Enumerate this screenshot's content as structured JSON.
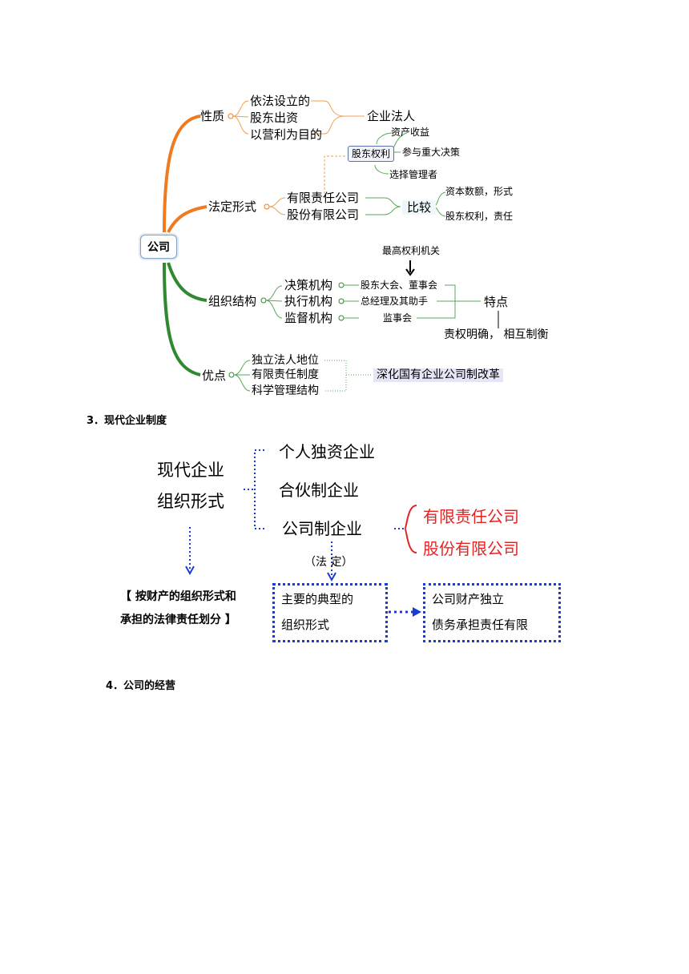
{
  "mindmap": {
    "root": "公司",
    "nature": {
      "label": "性质",
      "items": [
        "依法设立的",
        "股东出资",
        "以营利为目的"
      ],
      "result": "企业法人"
    },
    "legal_form": {
      "label": "法定形式",
      "forms": [
        "有限责任公司",
        "股份有限公司"
      ],
      "shareholder_rights": {
        "label": "股东权利",
        "items": [
          "资产收益",
          "参与重大决策",
          "选择管理者"
        ]
      },
      "compare": {
        "label": "比较",
        "items": [
          "资本数额，形式",
          "股东权利，责任"
        ]
      }
    },
    "structure": {
      "label": "组织结构",
      "top_note": "最高权利机关",
      "bodies": [
        "决策机构",
        "执行机构",
        "监督机构"
      ],
      "members": [
        "股东大会、董事会",
        "总经理及其助手",
        "监事会"
      ],
      "feature_label": "特点",
      "feature_text": "责权明确，  相互制衡"
    },
    "advantages": {
      "label": "优点",
      "items": [
        "独立法人地位",
        "有限责任制度",
        "科学管理结构"
      ],
      "result": "深化国有企业公司制改革"
    }
  },
  "section3": {
    "heading": "3．现代企业制度",
    "left_title_line1": "现代企业",
    "left_title_line2": "组织形式",
    "types": [
      "个人独资企业",
      "合伙制企业",
      "公司制企业"
    ],
    "company_types": [
      "有限责任公司",
      "股份有限公司"
    ],
    "classify_line1": "【 按财产的组织形式和",
    "classify_line2": "承担的法律责任划分 】",
    "legal_note": "（法   定）",
    "typical_line1": "主要的典型的",
    "typical_line2": "组织形式",
    "feature_line1": "公司财产独立",
    "feature_line2": "债务承担责任有限"
  },
  "section4": {
    "heading": "4．公司的经营"
  },
  "colors": {
    "branch_orange": "#f07a1e",
    "branch_green": "#2f8a2f",
    "connector_orange": "#f0a050",
    "connector_green": "#5aa85a",
    "dotted_blue": "#1a3bd6",
    "company_red": "#e62323"
  }
}
